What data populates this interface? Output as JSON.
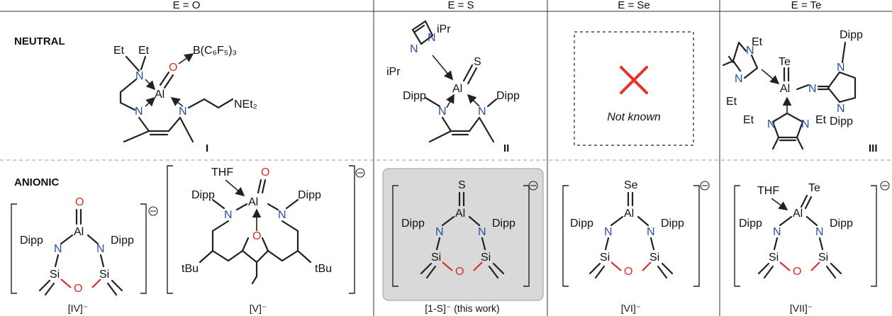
{
  "headers": [
    "E = O",
    "E = S",
    "E = Se",
    "E = Te"
  ],
  "rows": [
    "NEUTRAL",
    "ANIONIC"
  ],
  "not_known": "Not known",
  "labels": {
    "I": "I",
    "II": "II",
    "III": "III",
    "IV": "[IV]⁻",
    "V": "[V]⁻",
    "oneS": "[1-S]⁻ (this work)",
    "VI": "[VI]⁻",
    "VII": "[VII]⁻"
  },
  "atoms": {
    "Al": "Al",
    "N": "N",
    "O": "O",
    "S": "S",
    "Se": "Se",
    "Te": "Te",
    "Si": "Si",
    "Et": "Et",
    "Dipp": "Dipp",
    "iPr": "iPr",
    "tBu": "tBu",
    "THF": "THF",
    "BC6F5": "B(C₆F₅)₃",
    "NEt2": "NEt₂"
  },
  "colors": {
    "nitrogen": "#2b4ea6",
    "oxygen": "#d2332b",
    "cross": "#e3342c",
    "highlight": "#d9d9d9"
  }
}
